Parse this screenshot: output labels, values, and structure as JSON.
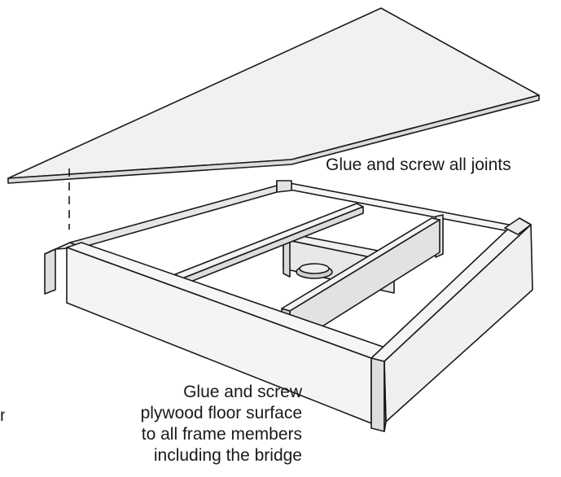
{
  "callouts": {
    "joints": "Glue and screw all joints",
    "floor_lines": [
      "Glue and screw",
      "plywood floor surface",
      "to all frame members",
      "including the bridge"
    ],
    "cropped_left_char": "n"
  },
  "colors": {
    "outline": "#1a1a1a",
    "panel_fill": "#f2f2f2",
    "panel_shade": "#e0e0e0",
    "background": "#ffffff"
  }
}
